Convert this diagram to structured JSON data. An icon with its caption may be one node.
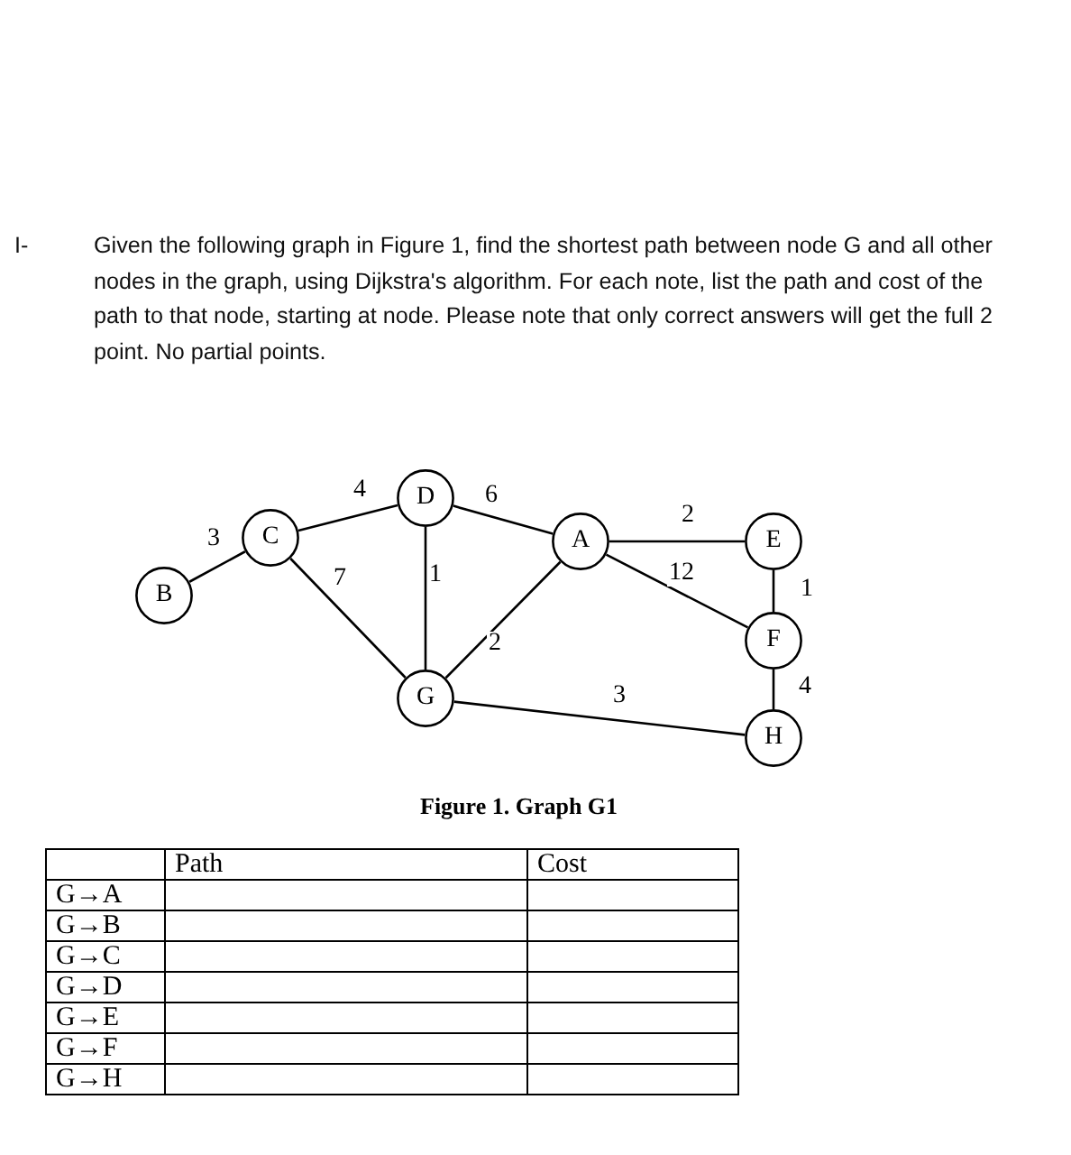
{
  "diagram": {
    "caption": "Figure 1. Graph G1",
    "nodes": [
      {
        "text": [
          "D"
        ]
      },
      {
        "text": [
          "C"
        ]
      },
      {
        "text": [
          "A"
        ]
      },
      {
        "text": [
          "E"
        ]
      },
      {
        "text": [
          "B"
        ]
      },
      {
        "text": [
          "F"
        ]
      },
      {
        "text": [
          "G"
        ]
      },
      {
        "text": [
          "H"
        ]
      }
    ],
    "edges": [
      {
        "from": 4,
        "to": 1,
        "arrow": "none",
        "label": "3"
      },
      {
        "from": 1,
        "to": 0,
        "arrow": "none",
        "label": "4"
      },
      {
        "from": 1,
        "to": 6,
        "arrow": "none",
        "label": "7"
      },
      {
        "from": 0,
        "to": 6,
        "arrow": "none",
        "label": "1"
      },
      {
        "from": 0,
        "to": 2,
        "arrow": "none",
        "label": "6"
      },
      {
        "from": 2,
        "to": 6,
        "arrow": "none",
        "label": "2"
      },
      {
        "from": 2,
        "to": 3,
        "arrow": "none",
        "label": "2"
      },
      {
        "from": 2,
        "to": 5,
        "arrow": "none",
        "label": "12"
      },
      {
        "from": 3,
        "to": 5,
        "arrow": "none",
        "label": "1"
      },
      {
        "from": 5,
        "to": 7,
        "arrow": "none",
        "label": "4"
      },
      {
        "from": 6,
        "to": 7,
        "arrow": "none",
        "label": "3"
      }
    ],
    "labels": [
      "I-",
      "Given the following graph in Figure 1, find the shortest path between node G and all other nodes in the graph, using Dijkstra's algorithm. For each note, list the path and cost of the path to that node, starting at node. Please note that only correct answers will get the full 2 point. No partial points.",
      "Path",
      "Cost",
      "G→A",
      "G→B",
      "G→C",
      "G→D",
      "G→E",
      "G→F",
      "G→H"
    ]
  }
}
